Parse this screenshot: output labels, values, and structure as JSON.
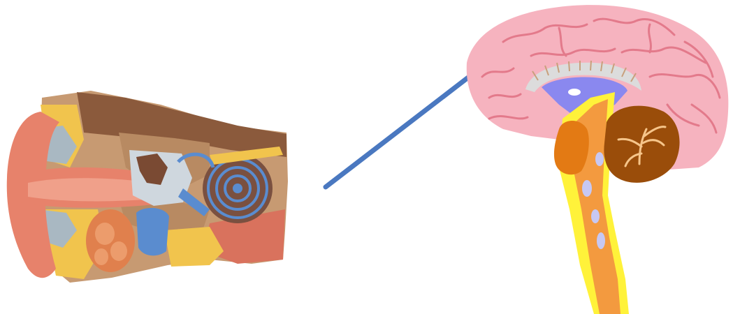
{
  "scene": {
    "background": "#ffffff",
    "panels": [
      {
        "id": "ear",
        "icon": "ear-cross-section-illustration"
      },
      {
        "id": "arrow",
        "icon": "arrow-icon",
        "direction": "up-right",
        "color": "#4a78c0"
      },
      {
        "id": "brain",
        "icon": "brain-sagittal-illustration"
      }
    ]
  },
  "colors": {
    "ear_pink": "#e7826b",
    "ear_inner_pink": "#d9725d",
    "ear_bone": "#8b5a3c",
    "ear_bone_light": "#c8a07c",
    "ear_fat_yellow": "#f1c44d",
    "ear_gray": "#a9b8c2",
    "ear_blue": "#5a8ccf",
    "ear_orange_gland": "#e0804d",
    "ear_cochlea": "#7a5040",
    "arrow_blue": "#4a78c0",
    "brain_pink": "#f6b3bf",
    "brain_sulci": "#e37a8b",
    "brain_gray": "#dcdcdc",
    "brain_lilac": "#8a88ef",
    "brain_yellow": "#fff23a",
    "brain_orange": "#f39a3f",
    "brain_dark_orange": "#e37a14",
    "cerebellum_brown": "#9a4d0a",
    "cerebellum_lines": "#f6c58a",
    "brain_blob": "#c7c8f3"
  }
}
